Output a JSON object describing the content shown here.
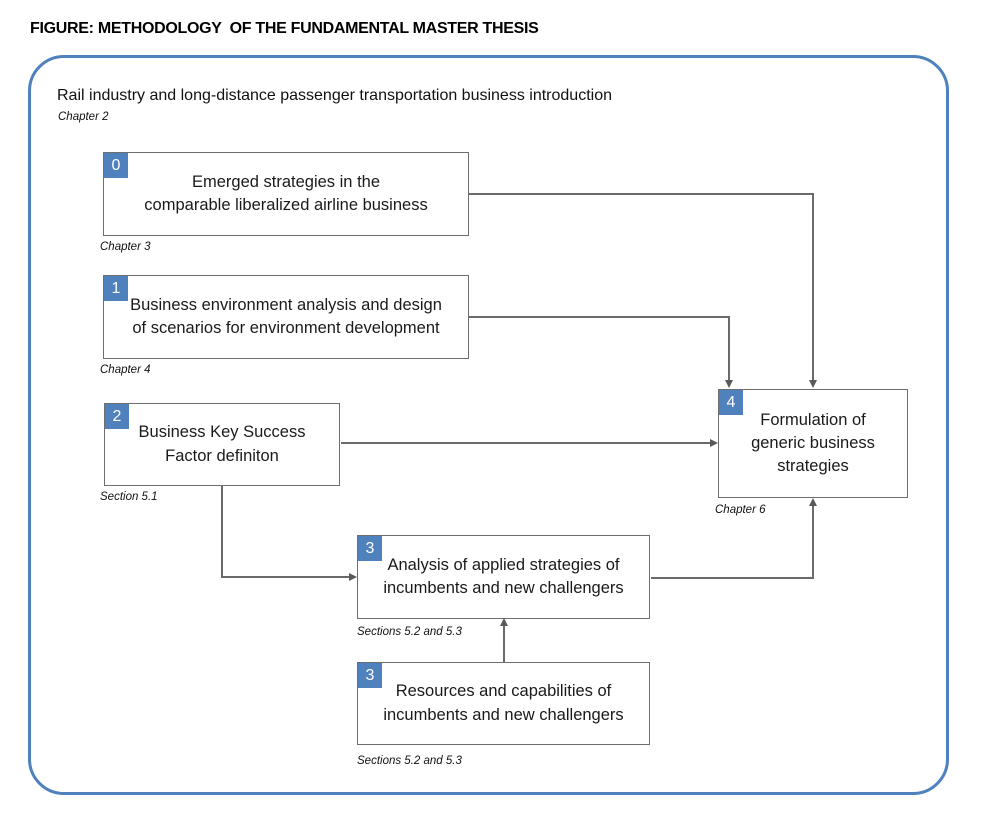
{
  "title": "FIGURE: METHODOLOGY  OF THE FUNDAMENTAL MASTER THESIS",
  "container": {
    "heading": "Rail industry and long-distance passenger transportation business introduction",
    "heading_caption": "Chapter 2"
  },
  "boxes": [
    {
      "id": "airline",
      "badge": "0",
      "label": "Emerged strategies in the\ncomparable liberalized airline business",
      "caption": "Chapter 3"
    },
    {
      "id": "environment",
      "badge": "1",
      "label": "Business environment analysis and design\nof scenarios for environment development",
      "caption": "Chapter 4"
    },
    {
      "id": "ksf",
      "badge": "2",
      "label": "Business Key Success\nFactor definiton",
      "caption": "Section 5.1"
    },
    {
      "id": "analysis",
      "badge": "3",
      "label": "Analysis of applied strategies of\nincumbents and new challengers",
      "caption": "Sections 5.2 and 5.3"
    },
    {
      "id": "resources",
      "badge": "3",
      "label": "Resources and capabilities of\nincumbents and new challengers",
      "caption": "Sections 5.2 and 5.3"
    },
    {
      "id": "formulation",
      "badge": "4",
      "label": "Formulation of\ngeneric business\nstrategies",
      "caption": "Chapter 6"
    }
  ],
  "edges": [
    {
      "from": "airline",
      "to": "formulation",
      "enters": "top"
    },
    {
      "from": "environment",
      "to": "formulation",
      "enters": "top"
    },
    {
      "from": "ksf",
      "to": "formulation",
      "enters": "left"
    },
    {
      "from": "ksf",
      "to": "analysis",
      "enters": "left"
    },
    {
      "from": "analysis",
      "to": "formulation",
      "enters": "bottom"
    },
    {
      "from": "resources",
      "to": "analysis",
      "enters": "bottom"
    }
  ],
  "colors": {
    "accent_blue": "#4F81BD",
    "box_border_gray": "#6e6e6e",
    "connector_gray": "#595959"
  }
}
